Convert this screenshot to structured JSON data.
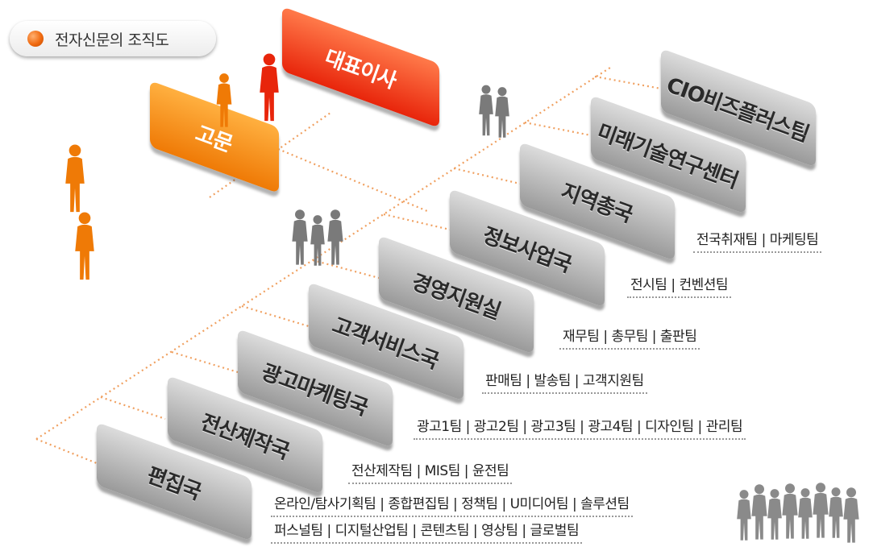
{
  "title": "전자신문의 조직도",
  "top": {
    "ceo": "대표이사",
    "advisor": "고문"
  },
  "departments": [
    {
      "name": "CIO비즈플러스팀",
      "teams": ""
    },
    {
      "name": "미래기술연구센터",
      "teams": ""
    },
    {
      "name": "지역총국",
      "teams": "전국취재팀 | 마케팅팀"
    },
    {
      "name": "정보사업국",
      "teams": "전시팀 | 컨벤션팀"
    },
    {
      "name": "경영지원실",
      "teams": "재무팀 | 총무팀 | 출판팀"
    },
    {
      "name": "고객서비스국",
      "teams": "판매팀 | 발송팀 | 고객지원팀"
    },
    {
      "name": "광고마케팅국",
      "teams": "광고1팀 | 광고2팀 | 광고3팀 | 광고4팀 | 디자인팀 | 관리팀"
    },
    {
      "name": "전산제작국",
      "teams": "전산제작팀 | MIS팀 | 윤전팀"
    },
    {
      "name": "편집국",
      "teams": "온라인/탐사기획팀 | 종합편집팀 | 정책팀 | U미디어팀 | 솔루션팀"
    },
    {
      "name": "",
      "teams": "퍼스널팀 | 디지털산업팀 | 콘텐츠팀 | 영상팀 | 글로벌팀"
    }
  ],
  "colors": {
    "ceo": "#e8250b",
    "advisor": "#ef7a06",
    "department": "#b0b0b0",
    "accent": "#f06a10"
  }
}
